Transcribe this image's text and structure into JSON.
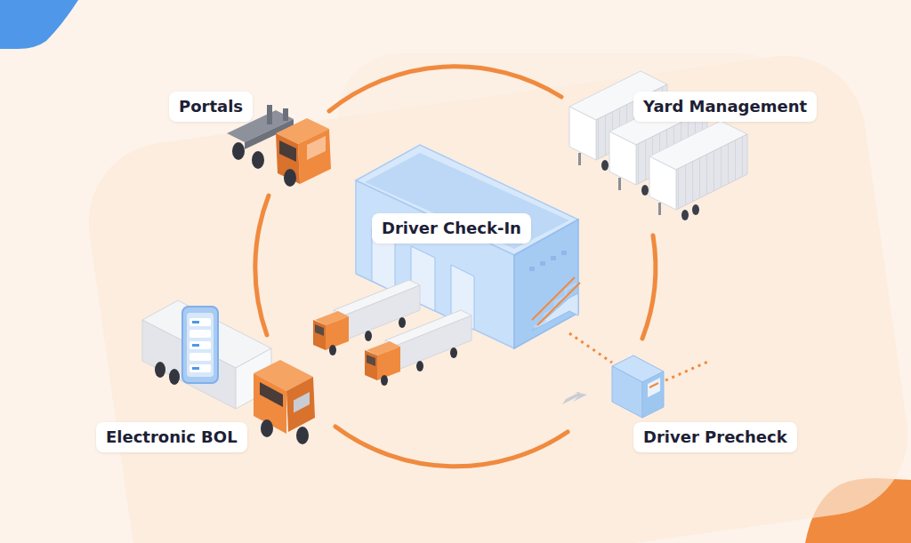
{
  "diagram": {
    "nodes": [
      {
        "text": [
          "Portals"
        ]
      },
      {
        "text": [
          "Yard Management"
        ]
      },
      {
        "text": [
          "Driver Check-In"
        ]
      },
      {
        "text": [
          "Electronic BOL"
        ]
      },
      {
        "text": [
          "Driver Precheck"
        ]
      }
    ]
  }
}
